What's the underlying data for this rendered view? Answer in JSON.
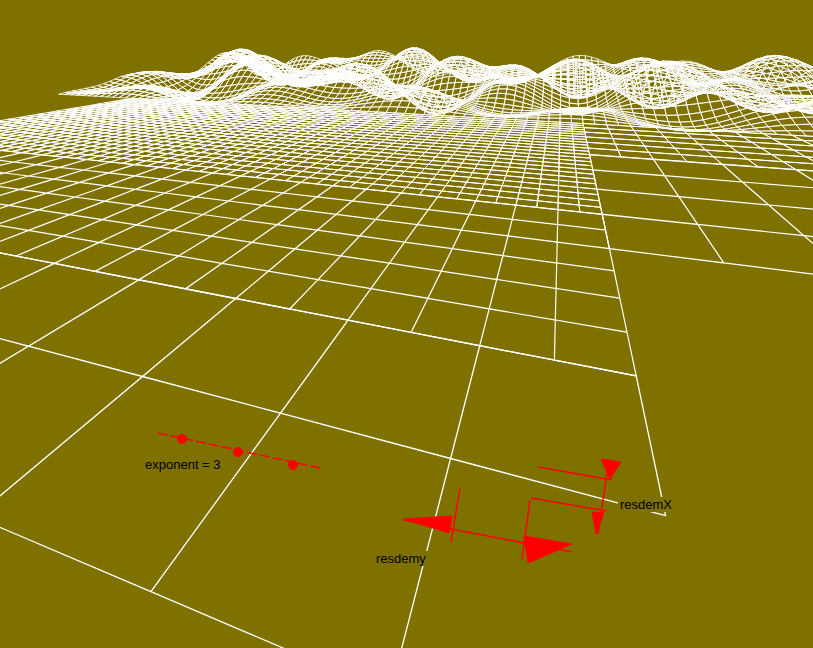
{
  "diagram": {
    "labels": [
      "exponent = 3",
      "resdemX",
      "resdemy"
    ]
  }
}
